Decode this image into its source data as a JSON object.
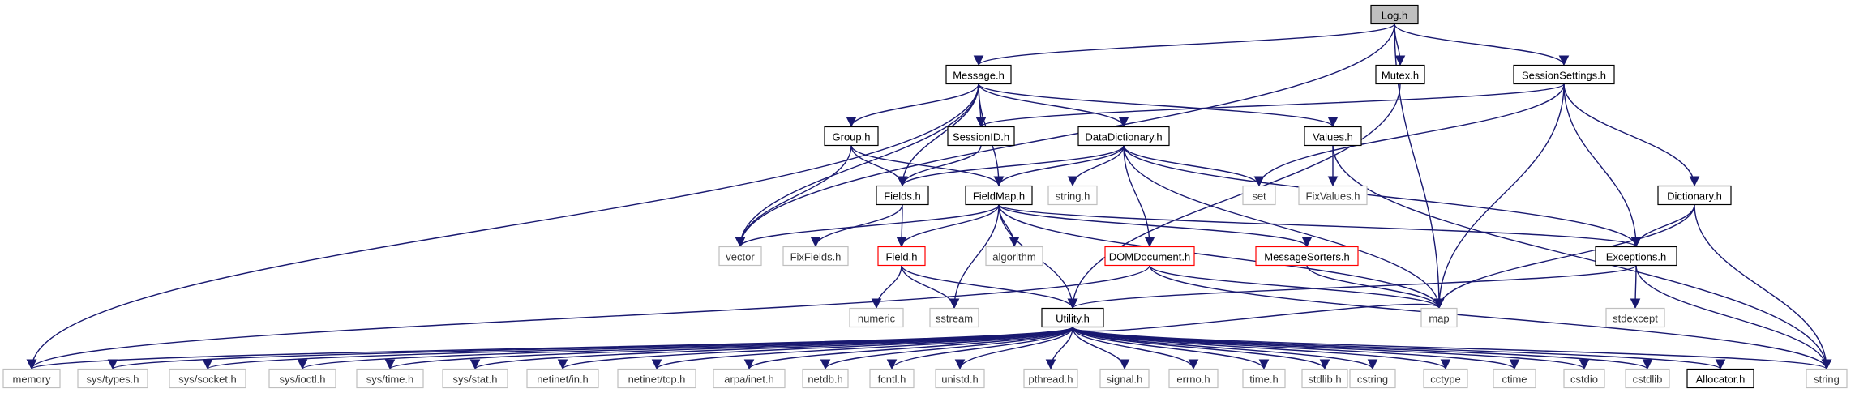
{
  "nodes": [
    {
      "id": "log_h",
      "label": "Log.h",
      "kind": "current"
    },
    {
      "id": "message_h",
      "label": "Message.h",
      "kind": "documented"
    },
    {
      "id": "mutex_h",
      "label": "Mutex.h",
      "kind": "documented"
    },
    {
      "id": "sessionsettings_h",
      "label": "SessionSettings.h",
      "kind": "documented"
    },
    {
      "id": "group_h",
      "label": "Group.h",
      "kind": "documented"
    },
    {
      "id": "sessionid_h",
      "label": "SessionID.h",
      "kind": "documented"
    },
    {
      "id": "datadictionary_h",
      "label": "DataDictionary.h",
      "kind": "documented"
    },
    {
      "id": "values_h",
      "label": "Values.h",
      "kind": "documented"
    },
    {
      "id": "fields_h",
      "label": "Fields.h",
      "kind": "documented"
    },
    {
      "id": "fieldmap_h",
      "label": "FieldMap.h",
      "kind": "documented"
    },
    {
      "id": "string_h",
      "label": "string.h",
      "kind": "external"
    },
    {
      "id": "set",
      "label": "set",
      "kind": "external"
    },
    {
      "id": "fixvalues_h",
      "label": "FixValues.h",
      "kind": "external"
    },
    {
      "id": "dictionary_h",
      "label": "Dictionary.h",
      "kind": "documented"
    },
    {
      "id": "vector",
      "label": "vector",
      "kind": "external"
    },
    {
      "id": "fixfields_h",
      "label": "FixFields.h",
      "kind": "external"
    },
    {
      "id": "field_h",
      "label": "Field.h",
      "kind": "truncated"
    },
    {
      "id": "algorithm",
      "label": "algorithm",
      "kind": "external"
    },
    {
      "id": "domdocument_h",
      "label": "DOMDocument.h",
      "kind": "truncated"
    },
    {
      "id": "messagesorters_h",
      "label": "MessageSorters.h",
      "kind": "truncated"
    },
    {
      "id": "exceptions_h",
      "label": "Exceptions.h",
      "kind": "documented"
    },
    {
      "id": "numeric",
      "label": "numeric",
      "kind": "external"
    },
    {
      "id": "sstream",
      "label": "sstream",
      "kind": "external"
    },
    {
      "id": "utility_h",
      "label": "Utility.h",
      "kind": "documented"
    },
    {
      "id": "map",
      "label": "map",
      "kind": "external"
    },
    {
      "id": "stdexcept",
      "label": "stdexcept",
      "kind": "external"
    },
    {
      "id": "memory",
      "label": "memory",
      "kind": "external"
    },
    {
      "id": "sys_types_h",
      "label": "sys/types.h",
      "kind": "external"
    },
    {
      "id": "sys_socket_h",
      "label": "sys/socket.h",
      "kind": "external"
    },
    {
      "id": "sys_ioctl_h",
      "label": "sys/ioctl.h",
      "kind": "external"
    },
    {
      "id": "sys_time_h",
      "label": "sys/time.h",
      "kind": "external"
    },
    {
      "id": "sys_stat_h",
      "label": "sys/stat.h",
      "kind": "external"
    },
    {
      "id": "netinet_in_h",
      "label": "netinet/in.h",
      "kind": "external"
    },
    {
      "id": "netinet_tcp_h",
      "label": "netinet/tcp.h",
      "kind": "external"
    },
    {
      "id": "arpa_inet_h",
      "label": "arpa/inet.h",
      "kind": "external"
    },
    {
      "id": "netdb_h",
      "label": "netdb.h",
      "kind": "external"
    },
    {
      "id": "fcntl_h",
      "label": "fcntl.h",
      "kind": "external"
    },
    {
      "id": "unistd_h",
      "label": "unistd.h",
      "kind": "external"
    },
    {
      "id": "pthread_h",
      "label": "pthread.h",
      "kind": "external"
    },
    {
      "id": "signal_h",
      "label": "signal.h",
      "kind": "external"
    },
    {
      "id": "errno_h",
      "label": "errno.h",
      "kind": "external"
    },
    {
      "id": "time_h",
      "label": "time.h",
      "kind": "external"
    },
    {
      "id": "stdlib_h",
      "label": "stdlib.h",
      "kind": "external"
    },
    {
      "id": "cstring",
      "label": "cstring",
      "kind": "external"
    },
    {
      "id": "cctype",
      "label": "cctype",
      "kind": "external"
    },
    {
      "id": "ctime",
      "label": "ctime",
      "kind": "external"
    },
    {
      "id": "cstdio",
      "label": "cstdio",
      "kind": "external"
    },
    {
      "id": "cstdlib",
      "label": "cstdlib",
      "kind": "external"
    },
    {
      "id": "allocator_h",
      "label": "Allocator.h",
      "kind": "documented"
    },
    {
      "id": "string",
      "label": "string",
      "kind": "external"
    }
  ],
  "edges": [
    [
      "log_h",
      "message_h"
    ],
    [
      "log_h",
      "mutex_h"
    ],
    [
      "log_h",
      "sessionsettings_h"
    ],
    [
      "log_h",
      "vector"
    ],
    [
      "log_h",
      "map"
    ],
    [
      "message_h",
      "group_h"
    ],
    [
      "message_h",
      "sessionid_h"
    ],
    [
      "message_h",
      "datadictionary_h"
    ],
    [
      "message_h",
      "values_h"
    ],
    [
      "message_h",
      "fields_h"
    ],
    [
      "message_h",
      "fieldmap_h"
    ],
    [
      "message_h",
      "vector"
    ],
    [
      "message_h",
      "memory"
    ],
    [
      "mutex_h",
      "utility_h"
    ],
    [
      "sessionsettings_h",
      "sessionid_h"
    ],
    [
      "sessionsettings_h",
      "set"
    ],
    [
      "sessionsettings_h",
      "dictionary_h"
    ],
    [
      "sessionsettings_h",
      "exceptions_h"
    ],
    [
      "sessionsettings_h",
      "map"
    ],
    [
      "group_h",
      "fields_h"
    ],
    [
      "group_h",
      "fieldmap_h"
    ],
    [
      "group_h",
      "vector"
    ],
    [
      "sessionid_h",
      "fields_h"
    ],
    [
      "datadictionary_h",
      "fields_h"
    ],
    [
      "datadictionary_h",
      "fieldmap_h"
    ],
    [
      "datadictionary_h",
      "string_h"
    ],
    [
      "datadictionary_h",
      "set"
    ],
    [
      "datadictionary_h",
      "domdocument_h"
    ],
    [
      "datadictionary_h",
      "exceptions_h"
    ],
    [
      "datadictionary_h",
      "map"
    ],
    [
      "values_h",
      "fixvalues_h"
    ],
    [
      "values_h",
      "string"
    ],
    [
      "fields_h",
      "field_h"
    ],
    [
      "fields_h",
      "fixfields_h"
    ],
    [
      "fieldmap_h",
      "field_h"
    ],
    [
      "fieldmap_h",
      "algorithm"
    ],
    [
      "fieldmap_h",
      "sstream"
    ],
    [
      "fieldmap_h",
      "utility_h"
    ],
    [
      "fieldmap_h",
      "vector"
    ],
    [
      "fieldmap_h",
      "messagesorters_h"
    ],
    [
      "fieldmap_h",
      "exceptions_h"
    ],
    [
      "fieldmap_h",
      "map"
    ],
    [
      "dictionary_h",
      "exceptions_h"
    ],
    [
      "dictionary_h",
      "map"
    ],
    [
      "dictionary_h",
      "string"
    ],
    [
      "field_h",
      "numeric"
    ],
    [
      "field_h",
      "sstream"
    ],
    [
      "field_h",
      "utility_h"
    ],
    [
      "domdocument_h",
      "map"
    ],
    [
      "domdocument_h",
      "string"
    ],
    [
      "domdocument_h",
      "memory"
    ],
    [
      "messagesorters_h",
      "map"
    ],
    [
      "exceptions_h",
      "utility_h"
    ],
    [
      "exceptions_h",
      "stdexcept"
    ],
    [
      "exceptions_h",
      "string"
    ],
    [
      "utility_h",
      "memory"
    ],
    [
      "utility_h",
      "sys_types_h"
    ],
    [
      "utility_h",
      "sys_socket_h"
    ],
    [
      "utility_h",
      "sys_ioctl_h"
    ],
    [
      "utility_h",
      "sys_time_h"
    ],
    [
      "utility_h",
      "sys_stat_h"
    ],
    [
      "utility_h",
      "netinet_in_h"
    ],
    [
      "utility_h",
      "netinet_tcp_h"
    ],
    [
      "utility_h",
      "arpa_inet_h"
    ],
    [
      "utility_h",
      "netdb_h"
    ],
    [
      "utility_h",
      "fcntl_h"
    ],
    [
      "utility_h",
      "unistd_h"
    ],
    [
      "utility_h",
      "pthread_h"
    ],
    [
      "utility_h",
      "signal_h"
    ],
    [
      "utility_h",
      "errno_h"
    ],
    [
      "utility_h",
      "time_h"
    ],
    [
      "utility_h",
      "stdlib_h"
    ],
    [
      "utility_h",
      "cstring"
    ],
    [
      "utility_h",
      "cctype"
    ],
    [
      "utility_h",
      "ctime"
    ],
    [
      "utility_h",
      "cstdio"
    ],
    [
      "utility_h",
      "cstdlib"
    ],
    [
      "utility_h",
      "allocator_h"
    ],
    [
      "utility_h",
      "string"
    ],
    [
      "utility_h",
      "map"
    ]
  ],
  "colors": {
    "edge": "#191970",
    "current_fill": "#bfbfbf",
    "documented_border": "#000000",
    "external_border": "#bfbfbf",
    "truncated_border": "#ff0000"
  }
}
